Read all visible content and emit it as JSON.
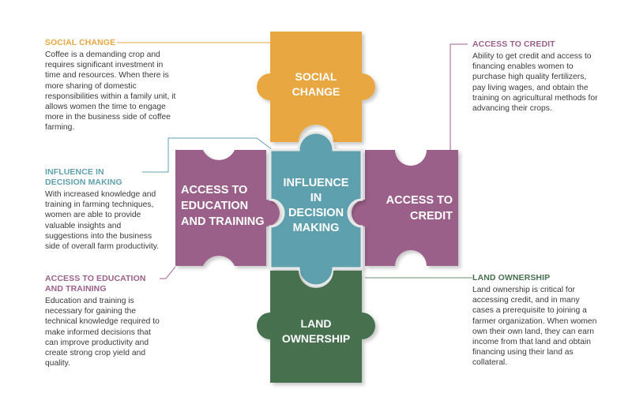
{
  "colors": {
    "social_change": "#E9A743",
    "influence": "#5FA0AE",
    "education": "#9B6089",
    "credit": "#9B6089",
    "land": "#46704F",
    "body_text": "#3a3a3a"
  },
  "pieces": {
    "social_change": {
      "lines": [
        "SOCIAL",
        "CHANGE"
      ],
      "icon": "puzzle-piece-icon"
    },
    "influence": {
      "lines": [
        "INFLUENCE",
        "IN",
        "DECISION",
        "MAKING"
      ],
      "icon": "puzzle-piece-icon"
    },
    "education": {
      "lines": [
        "ACCESS TO",
        "EDUCATION",
        "AND TRAINING"
      ],
      "icon": "puzzle-piece-icon"
    },
    "credit": {
      "lines": [
        "ACCESS TO",
        "CREDIT"
      ],
      "icon": "puzzle-piece-icon"
    },
    "land": {
      "lines": [
        "LAND",
        "OWNERSHIP"
      ],
      "icon": "puzzle-piece-icon"
    }
  },
  "descriptions": {
    "social_change": {
      "title": "SOCIAL CHANGE",
      "body": "Coffee is a demanding crop and requires significant investment in time and resources. When there is more sharing of domestic responsibilities within a family unit, it allows women the time to engage more in the business side of coffee farming."
    },
    "influence": {
      "title": "INFLUENCE IN DECISION MAKING",
      "body": "With increased knowledge and training in farming techniques, women are able to provide valuable insights and suggestions into the business side of overall farm productivity."
    },
    "education": {
      "title": "ACCESS TO EDUCATION AND TRAINING",
      "body": "Education and training is necessary for gaining the technical knowledge required to make informed decisions that can improve productivity and create strong crop yield and quality."
    },
    "credit": {
      "title": "ACCESS TO CREDIT",
      "body": "Ability to get credit and access to financing enables women to purchase high quality fertilizers, pay living wages, and obtain the training on agricultural methods for advancing their crops."
    },
    "land": {
      "title": "LAND OWNERSHIP",
      "body": "Land ownership is critical for accessing credit, and in many cases a prerequisite to joining a farmer organization.  When women own their own land, they can earn income from that land and obtain financing using their land as collateral."
    }
  }
}
